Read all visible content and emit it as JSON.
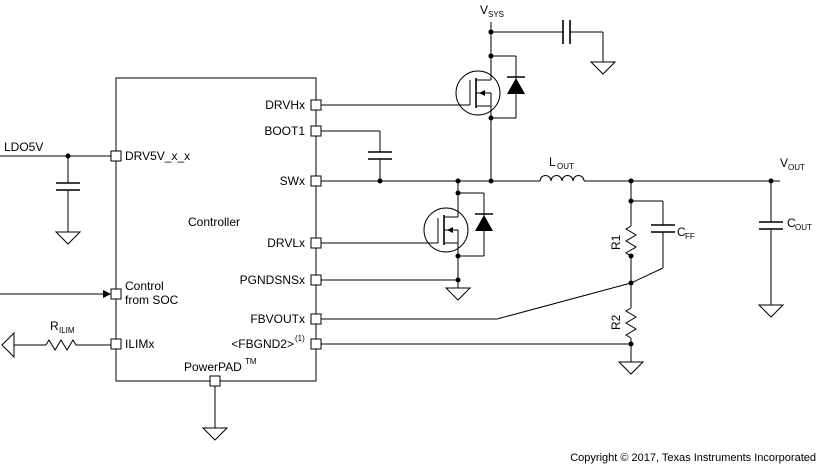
{
  "controller": {
    "title": "Controller",
    "pins_left": {
      "drv5v": "DRV5V_x_x",
      "control_line1": "Control",
      "control_line2": "from SOC",
      "ilim": "ILIMx"
    },
    "pins_right": {
      "drvh": "DRVHx",
      "boot": "BOOT1",
      "sw": "SWx",
      "drvl": "DRVLx",
      "pgndsns": "PGNDSNSx",
      "fbvout": "FBVOUTx",
      "fbgnd": "<FBGND2>",
      "fbgnd_note": "(1)"
    },
    "powerpad": "PowerPAD",
    "powerpad_tm": "TM"
  },
  "nets": {
    "ldo5v": "LDO5V",
    "vsys_main": "V",
    "vsys_sub": "SYS",
    "vout_main": "V",
    "vout_sub": "OUT"
  },
  "components": {
    "rilim_main": "R",
    "rilim_sub": "ILIM",
    "lout_main": "L",
    "lout_sub": "OUT",
    "cout_main": "C",
    "cout_sub": "OUT",
    "cff_main": "C",
    "cff_sub": "FF",
    "r1": "R1",
    "r2": "R2"
  },
  "footer": {
    "copyright": "Copyright © 2017, Texas Instruments Incorporated"
  }
}
